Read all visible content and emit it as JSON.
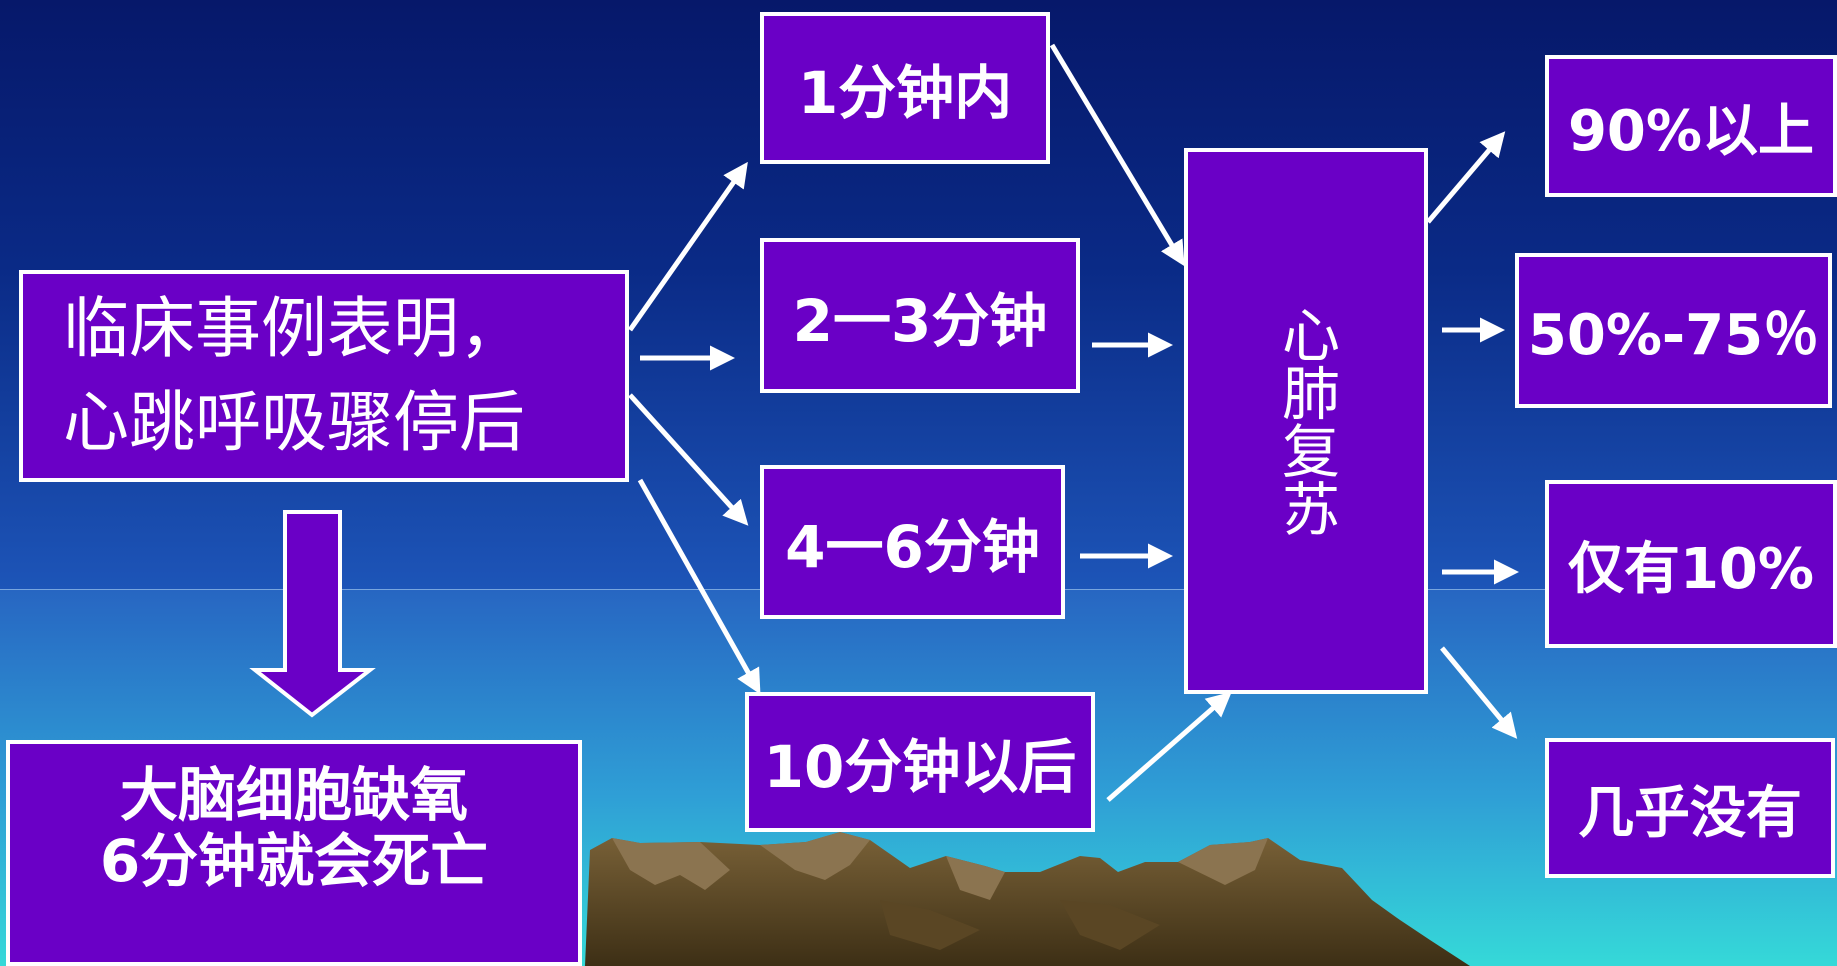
{
  "cause": "临床事例表明，\n心跳呼吸骤停后",
  "result": "大脑细胞缺氧\n6分钟就会死亡",
  "times": [
    "1分钟内",
    "2一3分钟",
    "4一6分钟",
    "10分钟以后"
  ],
  "cpr": "心肺复苏",
  "outcomes": [
    "90%以上",
    "50%-75％",
    "仅有10%",
    "几乎没有"
  ],
  "colors": {
    "box_fill": "#6a00c6",
    "box_border": "#ffffff",
    "sky_top": "#06186a",
    "sea": "#35d9d8",
    "rock": "#4a3a1e"
  }
}
